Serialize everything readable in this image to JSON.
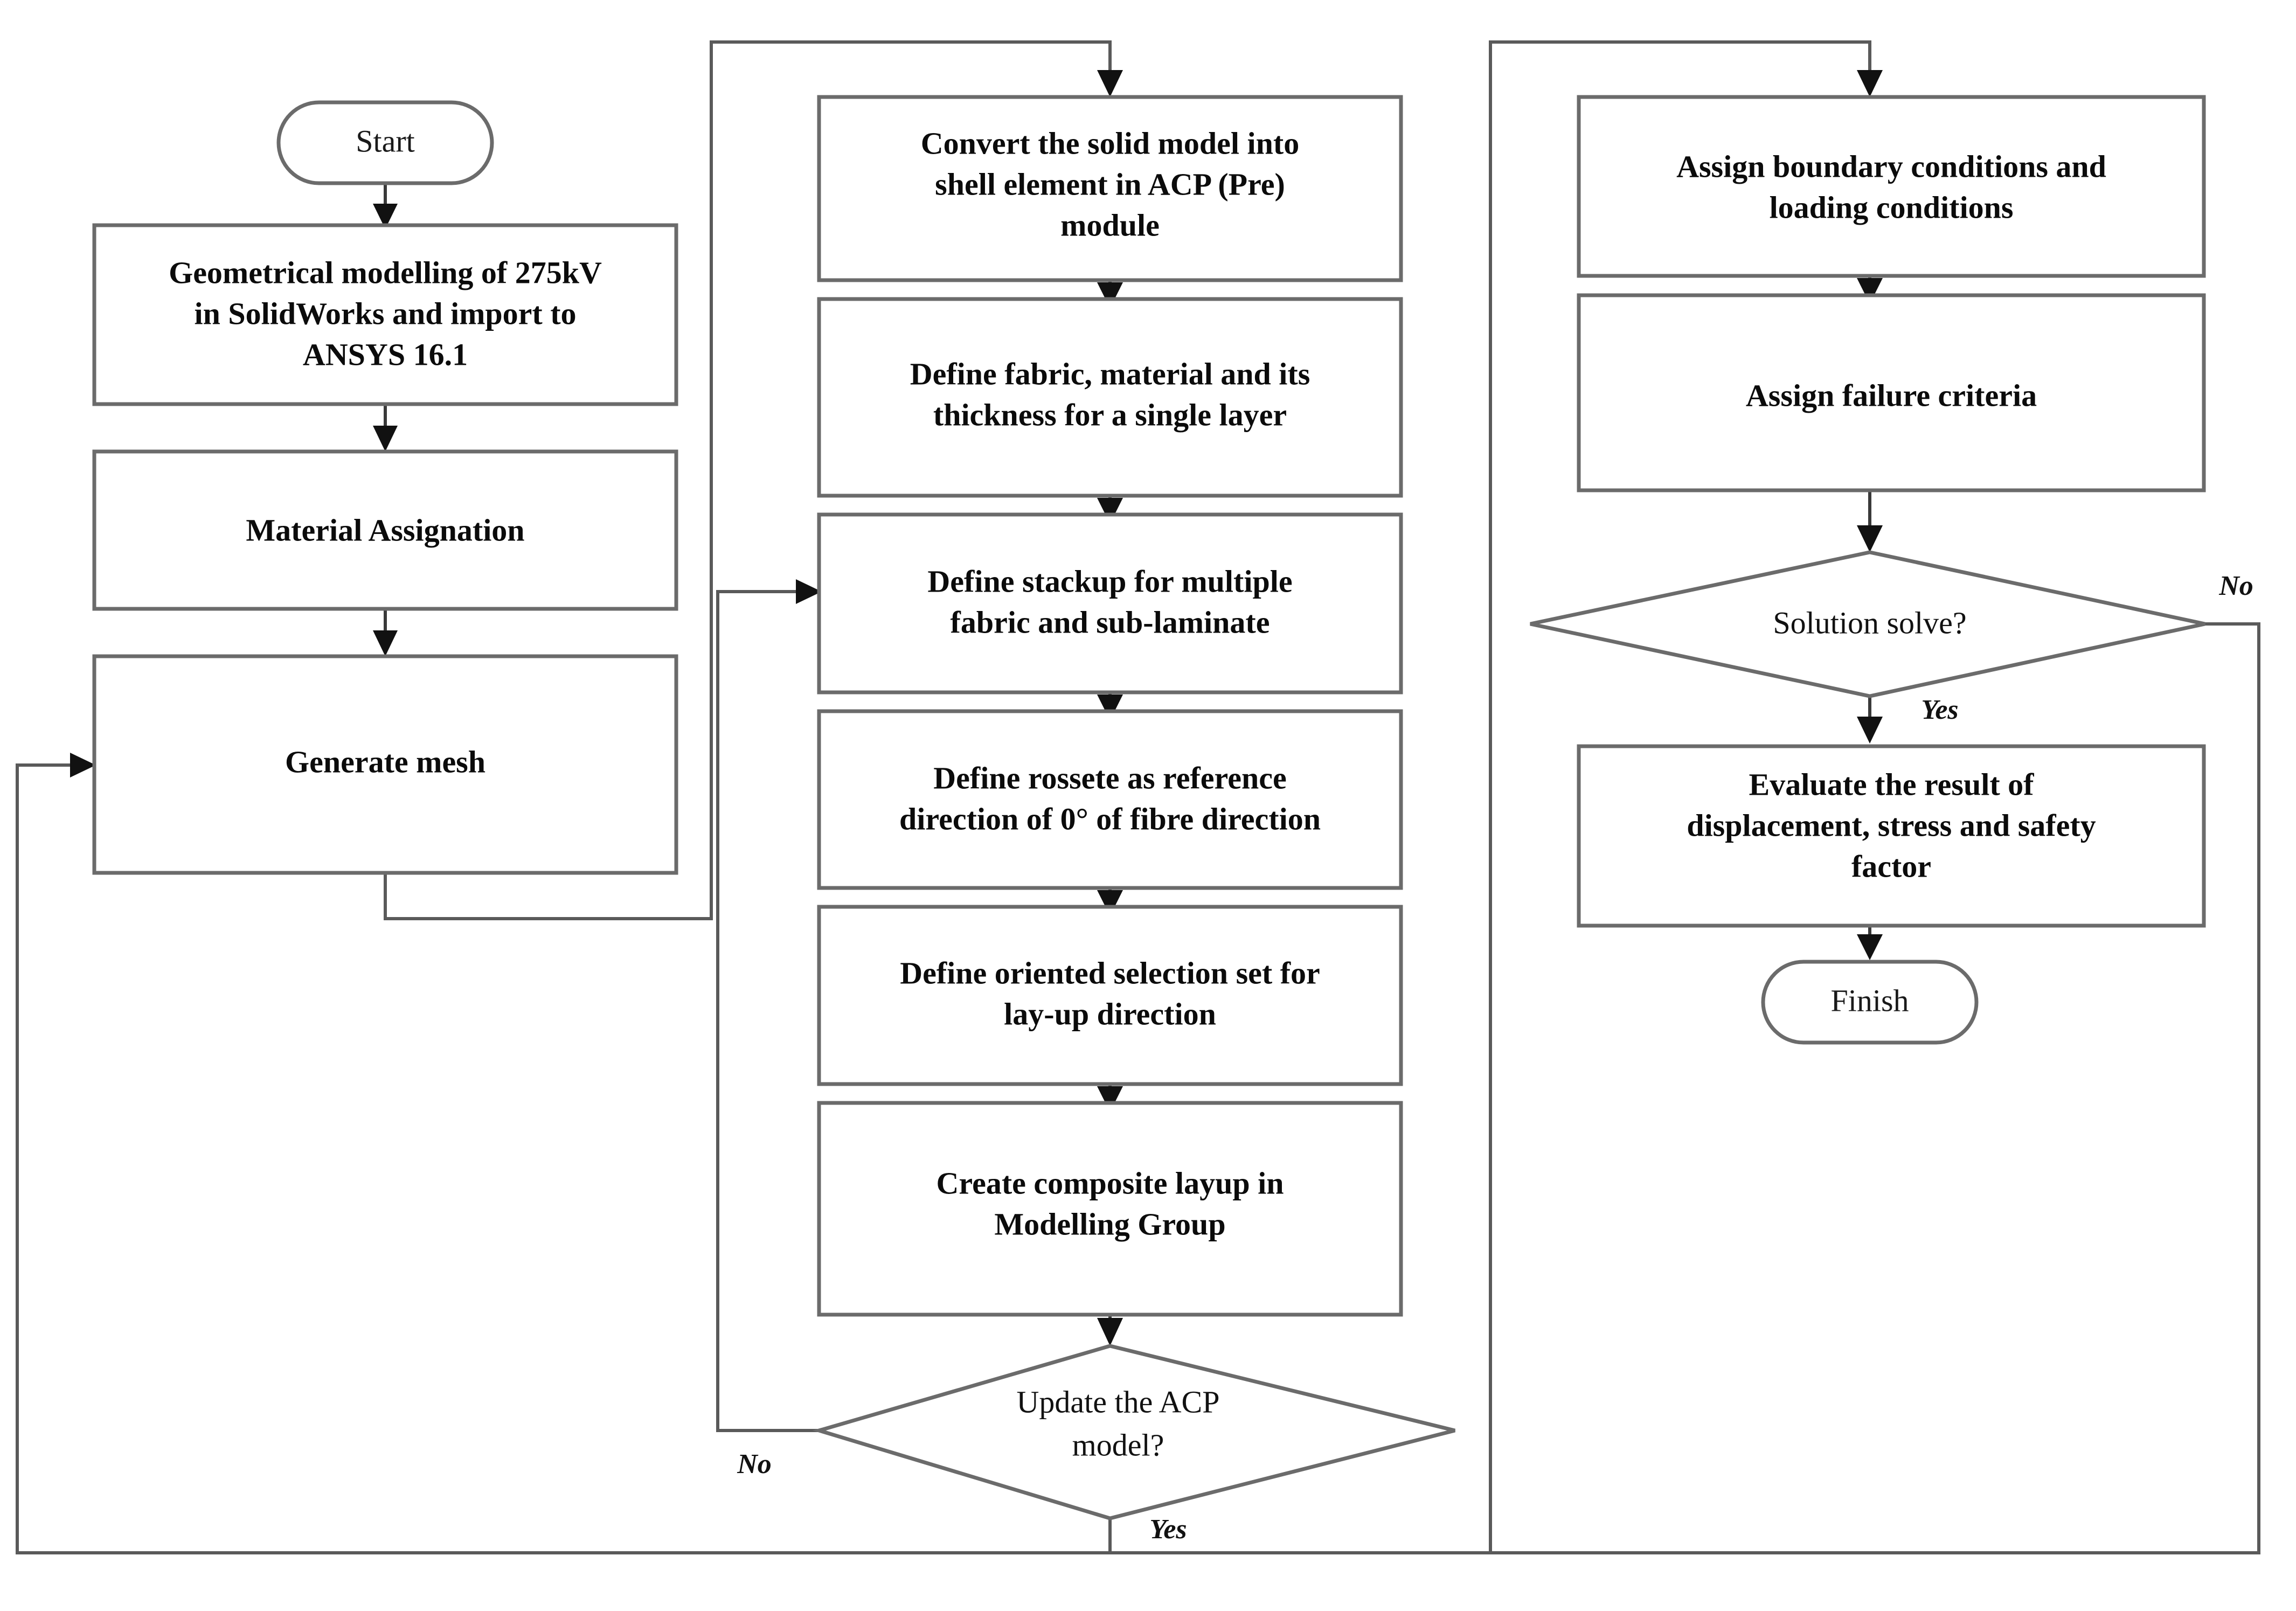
{
  "diagram": {
    "title": "ANSYS ACP composite modelling workflow flowchart",
    "type": "flowchart",
    "background_color": "#ffffff",
    "node_stroke_color": "#6b6b6b",
    "edge_color": "#5a5a5a",
    "text_color": "#0b0b0b"
  },
  "nodes": {
    "start": {
      "label": "Start",
      "shape": "terminator"
    },
    "geometrical_modelling": {
      "shape": "process",
      "line1": "Geometrical modelling of 275kV",
      "line2": "in SolidWorks and import to",
      "line3": "ANSYS 16.1"
    },
    "material_assignation": {
      "shape": "process",
      "line1": "Material Assignation"
    },
    "generate_mesh": {
      "shape": "process",
      "line1": "Generate mesh"
    },
    "convert_shell": {
      "shape": "process",
      "line1": "Convert the solid model into",
      "line2": "shell element in ACP (Pre)",
      "line3": "module"
    },
    "define_fabric": {
      "shape": "process",
      "line1": "Define fabric, material and its",
      "line2": "thickness for a single layer"
    },
    "define_stackup": {
      "shape": "process",
      "line1": "Define stackup for multiple",
      "line2": "fabric and sub-laminate"
    },
    "define_rossete": {
      "shape": "process",
      "line1": "Define rossete as reference",
      "line2": "direction of 0° of fibre direction"
    },
    "define_oriented_set": {
      "shape": "process",
      "line1": "Define oriented selection set for",
      "line2": "lay-up direction"
    },
    "create_layup": {
      "shape": "process",
      "line1": "Create composite layup in",
      "line2": "Modelling Group"
    },
    "update_acp_decision": {
      "shape": "decision",
      "line1": "Update the ACP",
      "line2": "model?"
    },
    "assign_boundary": {
      "shape": "process",
      "line1": "Assign boundary conditions and",
      "line2": "loading conditions"
    },
    "assign_failure": {
      "shape": "process",
      "line1": "Assign failure criteria"
    },
    "solution_solve_decision": {
      "shape": "decision",
      "line1": "Solution solve?"
    },
    "evaluate_result": {
      "shape": "process",
      "line1": "Evaluate the result of",
      "line2": "displacement, stress and safety",
      "line3": "factor"
    },
    "finish": {
      "label": "Finish",
      "shape": "terminator"
    }
  },
  "branch_labels": {
    "update_acp_no": "No",
    "update_acp_yes": "Yes",
    "solution_no": "No",
    "solution_yes": "Yes"
  },
  "edges": [
    {
      "from": "start",
      "to": "geometrical_modelling",
      "label": ""
    },
    {
      "from": "geometrical_modelling",
      "to": "material_assignation",
      "label": ""
    },
    {
      "from": "material_assignation",
      "to": "generate_mesh",
      "label": ""
    },
    {
      "from": "generate_mesh",
      "to": "convert_shell",
      "label": ""
    },
    {
      "from": "convert_shell",
      "to": "define_fabric",
      "label": ""
    },
    {
      "from": "define_fabric",
      "to": "define_stackup",
      "label": ""
    },
    {
      "from": "define_stackup",
      "to": "define_rossete",
      "label": ""
    },
    {
      "from": "define_rossete",
      "to": "define_oriented_set",
      "label": ""
    },
    {
      "from": "define_oriented_set",
      "to": "create_layup",
      "label": ""
    },
    {
      "from": "create_layup",
      "to": "update_acp_decision",
      "label": ""
    },
    {
      "from": "update_acp_decision",
      "to": "define_stackup",
      "label": "No"
    },
    {
      "from": "update_acp_decision",
      "to": "assign_boundary",
      "label": "Yes"
    },
    {
      "from": "assign_boundary",
      "to": "assign_failure",
      "label": ""
    },
    {
      "from": "assign_failure",
      "to": "solution_solve_decision",
      "label": ""
    },
    {
      "from": "solution_solve_decision",
      "to": "evaluate_result",
      "label": "Yes"
    },
    {
      "from": "solution_solve_decision",
      "to": "generate_mesh",
      "label": "No"
    },
    {
      "from": "evaluate_result",
      "to": "finish",
      "label": ""
    }
  ]
}
